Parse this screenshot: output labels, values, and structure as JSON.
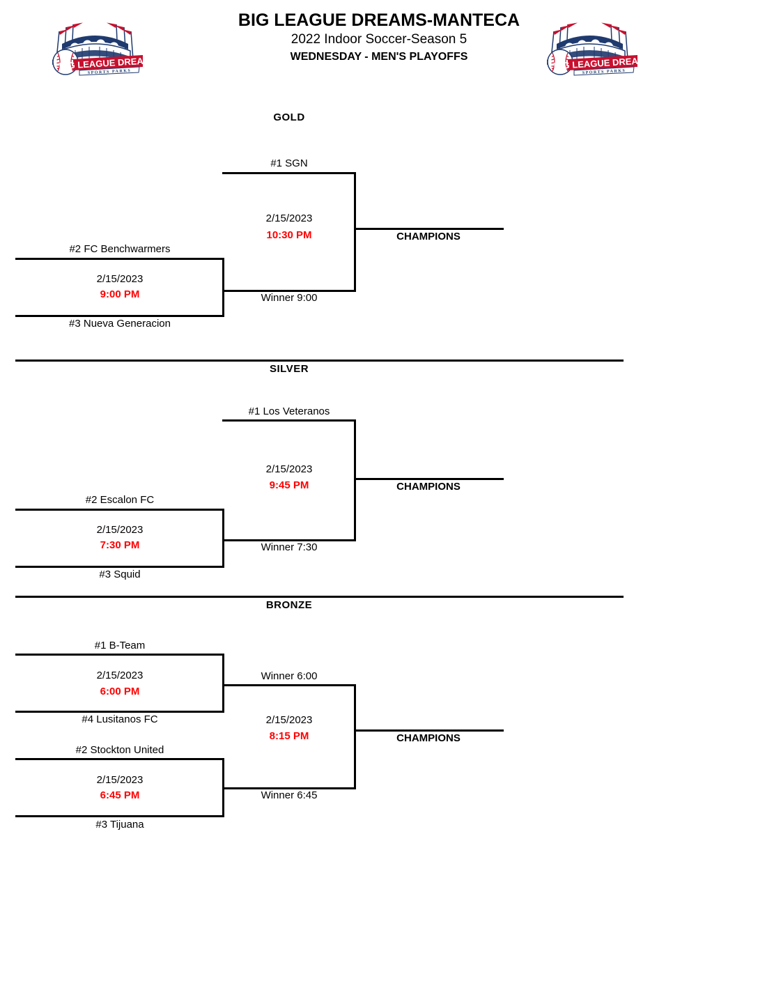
{
  "header": {
    "title": "BIG LEAGUE DREAMS-MANTECA",
    "subtitle": "2022 Indoor Soccer-Season 5",
    "subtitle2": "WEDNESDAY - MEN'S PLAYOFFS",
    "logo_alt": "Big League Dreams Sports Parks",
    "logo_banner": "BIG LEAGUE DREAMS",
    "logo_tagline": "SPORTS PARKS"
  },
  "colors": {
    "time_red": "#FF0000",
    "line_black": "#000000",
    "logo_navy": "#1F3A6E",
    "logo_red": "#C8102E",
    "logo_green": "#3BA935",
    "background": "#FFFFFF"
  },
  "champions_label": "CHAMPIONS",
  "event_date": "2/15/2023",
  "sections": [
    {
      "name": "GOLD",
      "matches": [
        {
          "id": "gold-semi",
          "top_label": "#2 FC Benchwarmers",
          "bottom_label": "#3 Nueva Generacion",
          "date": "2/15/2023",
          "time": "9:00 PM"
        },
        {
          "id": "gold-final",
          "top_label": "#1 SGN",
          "bottom_label": "Winner 9:00",
          "date": "2/15/2023",
          "time": "10:30 PM"
        }
      ]
    },
    {
      "name": "SILVER",
      "matches": [
        {
          "id": "silver-semi",
          "top_label": "#2 Escalon FC",
          "bottom_label": "#3 Squid",
          "date": "2/15/2023",
          "time": "7:30 PM"
        },
        {
          "id": "silver-final",
          "top_label": "#1 Los Veteranos",
          "bottom_label": "Winner 7:30",
          "date": "2/15/2023",
          "time": "9:45 PM"
        }
      ]
    },
    {
      "name": "BRONZE",
      "matches": [
        {
          "id": "bronze-semi-1",
          "top_label": "#1 B-Team",
          "bottom_label": "#4 Lusitanos FC",
          "date": "2/15/2023",
          "time": "6:00 PM"
        },
        {
          "id": "bronze-semi-2",
          "top_label": "#2 Stockton United",
          "bottom_label": "#3 Tijuana",
          "date": "2/15/2023",
          "time": "6:45 PM"
        },
        {
          "id": "bronze-final",
          "top_label": "Winner 6:00",
          "bottom_label": "Winner 6:45",
          "date": "2/15/2023",
          "time": "8:15 PM"
        }
      ]
    }
  ]
}
